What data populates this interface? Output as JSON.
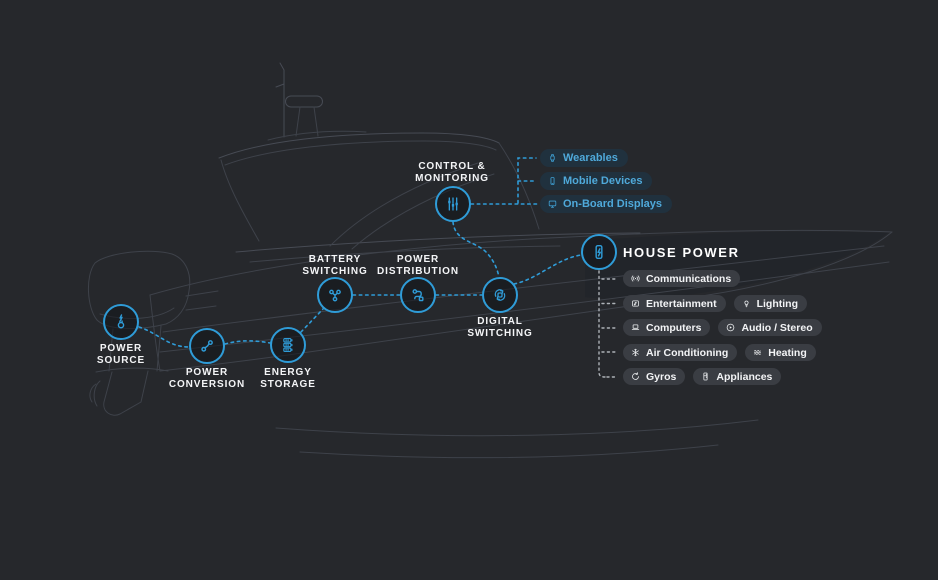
{
  "nodes": [
    {
      "id": "power_source",
      "label": "POWER SOURCE",
      "icon": "plug-bolt-icon"
    },
    {
      "id": "power_conversion",
      "label": "POWER CONVERSION",
      "icon": "cable-icon"
    },
    {
      "id": "energy_storage",
      "label": "ENERGY STORAGE",
      "icon": "battery-stack-icon"
    },
    {
      "id": "battery_switching",
      "label": "BATTERY SWITCHING",
      "icon": "branch-icon"
    },
    {
      "id": "power_distribution",
      "label": "POWER DISTRIBUTION",
      "icon": "route-icon"
    },
    {
      "id": "digital_switching",
      "label": "DIGITAL SWITCHING",
      "icon": "cycle-icon"
    },
    {
      "id": "control_monitoring",
      "label": "CONTROL & MONITORING",
      "icon": "sliders-icon"
    },
    {
      "id": "house_power",
      "label": "HOUSE POWER",
      "icon": "battery-bolt-icon"
    }
  ],
  "connections": [
    [
      "power_source",
      "power_conversion"
    ],
    [
      "power_conversion",
      "energy_storage"
    ],
    [
      "energy_storage",
      "battery_switching"
    ],
    [
      "battery_switching",
      "power_distribution"
    ],
    [
      "power_distribution",
      "digital_switching"
    ],
    [
      "digital_switching",
      "control_monitoring"
    ],
    [
      "digital_switching",
      "house_power"
    ],
    [
      "control_monitoring",
      "wearables"
    ],
    [
      "control_monitoring",
      "mobile_devices"
    ],
    [
      "control_monitoring",
      "on_board_displays"
    ],
    [
      "house_power",
      "house_loads"
    ]
  ],
  "control_devices": [
    {
      "label": "Wearables",
      "icon": "watch-icon"
    },
    {
      "label": "Mobile Devices",
      "icon": "smartphone-icon"
    },
    {
      "label": "On-Board Displays",
      "icon": "display-icon"
    }
  ],
  "house_loads": [
    {
      "label": "Communications",
      "icon": "broadcast-icon"
    },
    {
      "label": "Entertainment",
      "icon": "entertainment-icon"
    },
    {
      "label": "Lighting",
      "icon": "bulb-icon"
    },
    {
      "label": "Computers",
      "icon": "laptop-icon"
    },
    {
      "label": "Audio / Stereo",
      "icon": "play-circle-icon"
    },
    {
      "label": "Air Conditioning",
      "icon": "snowflake-icon"
    },
    {
      "label": "Heating",
      "icon": "waves-icon"
    },
    {
      "label": "Gyros",
      "icon": "gyro-icon"
    },
    {
      "label": "Appliances",
      "icon": "refrigerator-icon"
    }
  ],
  "colors": {
    "background": "#26282c",
    "accent_blue": "#2f9cd8",
    "device_pill_bg": "#20313e",
    "device_pill_text": "#4fa9da",
    "load_pill_bg": "#3a3d43",
    "load_pill_text": "#f3f4f6",
    "branch_line": "#c6cad0",
    "boat_line": "#3e424a",
    "node_label": "#f4f5f7"
  }
}
